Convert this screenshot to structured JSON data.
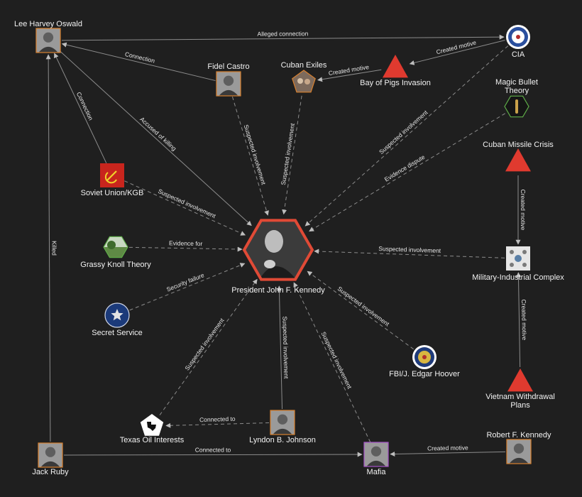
{
  "colors": {
    "background": "#1f1f1f",
    "edge": "#8c8c8c",
    "photo_border": "#d9812f",
    "triangle": "#e03a2f",
    "center_border": "#e04a36",
    "label": "#f2f2f2"
  },
  "nodes": [
    {
      "id": "jfk",
      "label": "President John F. Kennedy",
      "shape": "hexagon-photo",
      "icon": "portrait-icon"
    },
    {
      "id": "oswald",
      "label": "Lee Harvey Oswald",
      "shape": "photo",
      "icon": "portrait-icon"
    },
    {
      "id": "castro",
      "label": "Fidel Castro",
      "shape": "photo",
      "icon": "portrait-icon"
    },
    {
      "id": "exiles",
      "label": "Cuban Exiles",
      "shape": "pentagon-photo",
      "icon": "group-photo-icon"
    },
    {
      "id": "bayofpigs",
      "label": "Bay of Pigs Invasion",
      "shape": "triangle",
      "icon": "event-triangle-icon"
    },
    {
      "id": "cia",
      "label": "CIA",
      "shape": "seal",
      "icon": "cia-seal-icon"
    },
    {
      "id": "magic",
      "label": "Magic Bullet Theory",
      "shape": "hexagon-photo",
      "icon": "bullet-icon"
    },
    {
      "id": "cubanmissile",
      "label": "Cuban Missile Crisis",
      "shape": "triangle",
      "icon": "event-triangle-icon"
    },
    {
      "id": "soviet",
      "label": "Soviet Union/KGB",
      "shape": "flag",
      "icon": "hammer-sickle-icon"
    },
    {
      "id": "grassy",
      "label": "Grassy Knoll Theory",
      "shape": "hexagon-photo",
      "icon": "knoll-photo-icon"
    },
    {
      "id": "milind",
      "label": "Military-Industrial Complex",
      "shape": "square",
      "icon": "diagram-icon"
    },
    {
      "id": "secret",
      "label": "Secret Service",
      "shape": "badge",
      "icon": "star-badge-icon"
    },
    {
      "id": "fbi",
      "label": "FBI/J. Edgar Hoover",
      "shape": "seal",
      "icon": "fbi-seal-icon"
    },
    {
      "id": "vietnam",
      "label": "Vietnam Withdrawal Plans",
      "shape": "triangle",
      "icon": "event-triangle-icon"
    },
    {
      "id": "texas",
      "label": "Texas Oil Interests",
      "shape": "pentagon",
      "icon": "texas-map-icon"
    },
    {
      "id": "lbj",
      "label": "Lyndon B. Johnson",
      "shape": "photo",
      "icon": "portrait-icon"
    },
    {
      "id": "rfk",
      "label": "Robert F. Kennedy",
      "shape": "photo",
      "icon": "portrait-icon"
    },
    {
      "id": "ruby",
      "label": "Jack Ruby",
      "shape": "photo",
      "icon": "portrait-icon"
    },
    {
      "id": "mafia",
      "label": "Mafia",
      "shape": "photo",
      "icon": "portrait-icon"
    }
  ],
  "edges": [
    {
      "from": "oswald",
      "to": "cia",
      "label": "Alleged connection",
      "style": "solid"
    },
    {
      "from": "castro",
      "to": "oswald",
      "label": "Connection",
      "style": "solid"
    },
    {
      "from": "bayofpigs",
      "to": "exiles",
      "label": "Created motive",
      "style": "solid"
    },
    {
      "from": "cia",
      "to": "bayofpigs",
      "label": "Created motive",
      "style": "solid"
    },
    {
      "from": "soviet",
      "to": "oswald",
      "label": "Connection",
      "style": "solid"
    },
    {
      "from": "oswald",
      "to": "jfk",
      "label": "Accused of killing",
      "style": "solid"
    },
    {
      "from": "castro",
      "to": "jfk",
      "label": "Suspected involvement",
      "style": "dashed"
    },
    {
      "from": "exiles",
      "to": "jfk",
      "label": "Suspected involvement",
      "style": "dashed"
    },
    {
      "from": "cia",
      "to": "jfk",
      "label": "Suspected involvement",
      "style": "dashed"
    },
    {
      "from": "magic",
      "to": "jfk",
      "label": "Evidence dispute",
      "style": "dashed"
    },
    {
      "from": "soviet",
      "to": "jfk",
      "label": "Suspected involvement",
      "style": "dashed"
    },
    {
      "from": "grassy",
      "to": "jfk",
      "label": "Evidence for",
      "style": "dashed"
    },
    {
      "from": "milind",
      "to": "jfk",
      "label": "Suspected involvement",
      "style": "dashed"
    },
    {
      "from": "cubanmissile",
      "to": "milind",
      "label": "Created motive",
      "style": "solid"
    },
    {
      "from": "vietnam",
      "to": "milind",
      "label": "Created motive",
      "style": "solid"
    },
    {
      "from": "secret",
      "to": "jfk",
      "label": "Security failure",
      "style": "dashed"
    },
    {
      "from": "fbi",
      "to": "jfk",
      "label": "Suspected involvement",
      "style": "dashed"
    },
    {
      "from": "texas",
      "to": "jfk",
      "label": "Suspected involvement",
      "style": "dashed"
    },
    {
      "from": "lbj",
      "to": "jfk",
      "label": "Suspected involvement",
      "style": "solid"
    },
    {
      "from": "mafia",
      "to": "jfk",
      "label": "Suspected involvement",
      "style": "dashed"
    },
    {
      "from": "lbj",
      "to": "texas",
      "label": "Connected to",
      "style": "dashed"
    },
    {
      "from": "ruby",
      "to": "oswald",
      "label": "Killed",
      "style": "solid"
    },
    {
      "from": "ruby",
      "to": "mafia",
      "label": "Connected to",
      "style": "solid"
    },
    {
      "from": "rfk",
      "to": "mafia",
      "label": "Created motive",
      "style": "solid"
    }
  ]
}
